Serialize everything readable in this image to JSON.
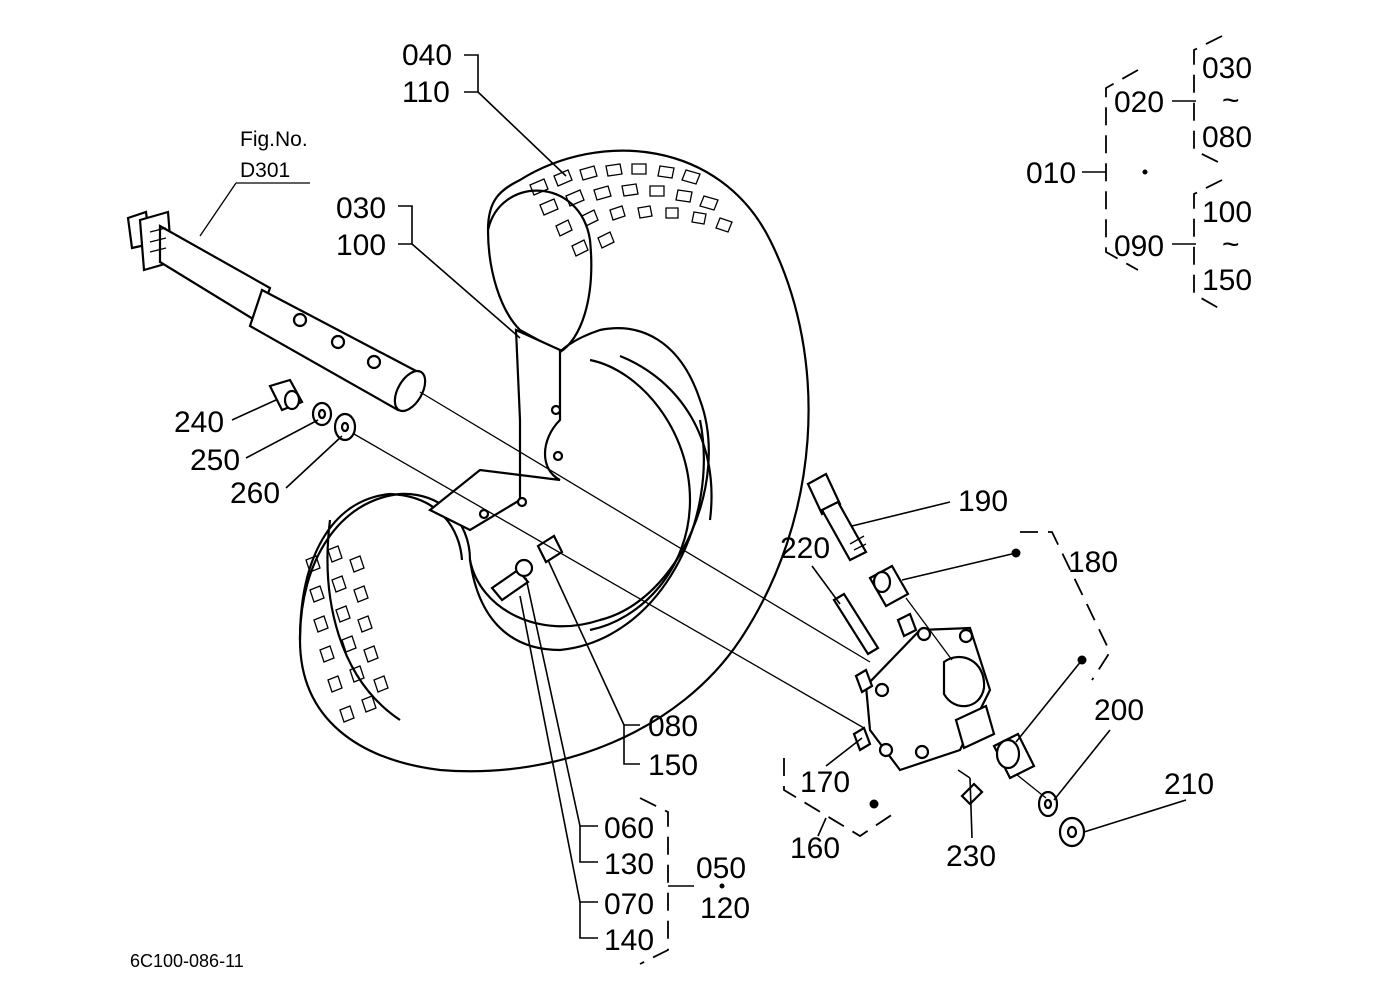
{
  "figure": {
    "prefix": "Fig.No.",
    "number": "D301"
  },
  "drawing_code": "6C100-086-11",
  "labels": {
    "p010": "010",
    "p020": "020",
    "p030a": "030",
    "p080a": "080",
    "p090": "090",
    "p100a": "100",
    "p150a": "150",
    "p040": "040",
    "p110": "110",
    "p030": "030",
    "p100": "100",
    "p240": "240",
    "p250": "250",
    "p260": "260",
    "p190": "190",
    "p220": "220",
    "p180": "180",
    "p200": "200",
    "p210": "210",
    "p170": "170",
    "p160": "160",
    "p230": "230",
    "p080": "080",
    "p150": "150",
    "p060": "060",
    "p130": "130",
    "p070": "070",
    "p140": "140",
    "p050": "050",
    "p120": "120"
  },
  "range_symbol": "~"
}
